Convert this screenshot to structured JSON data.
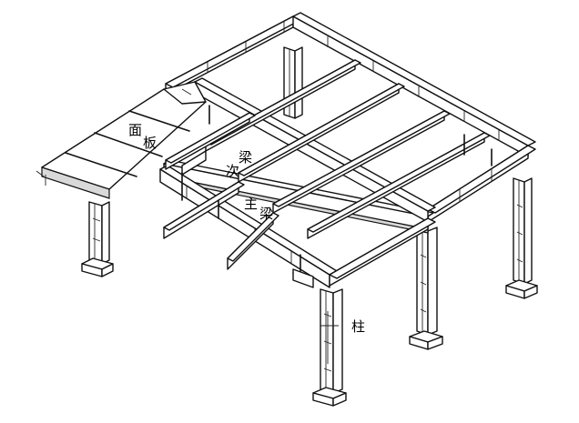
{
  "labels": {
    "panel": [
      "面",
      "板"
    ],
    "secondary_beam": [
      "次",
      "梁"
    ],
    "main_beam": [
      "主",
      "梁"
    ],
    "column": "柱"
  }
}
